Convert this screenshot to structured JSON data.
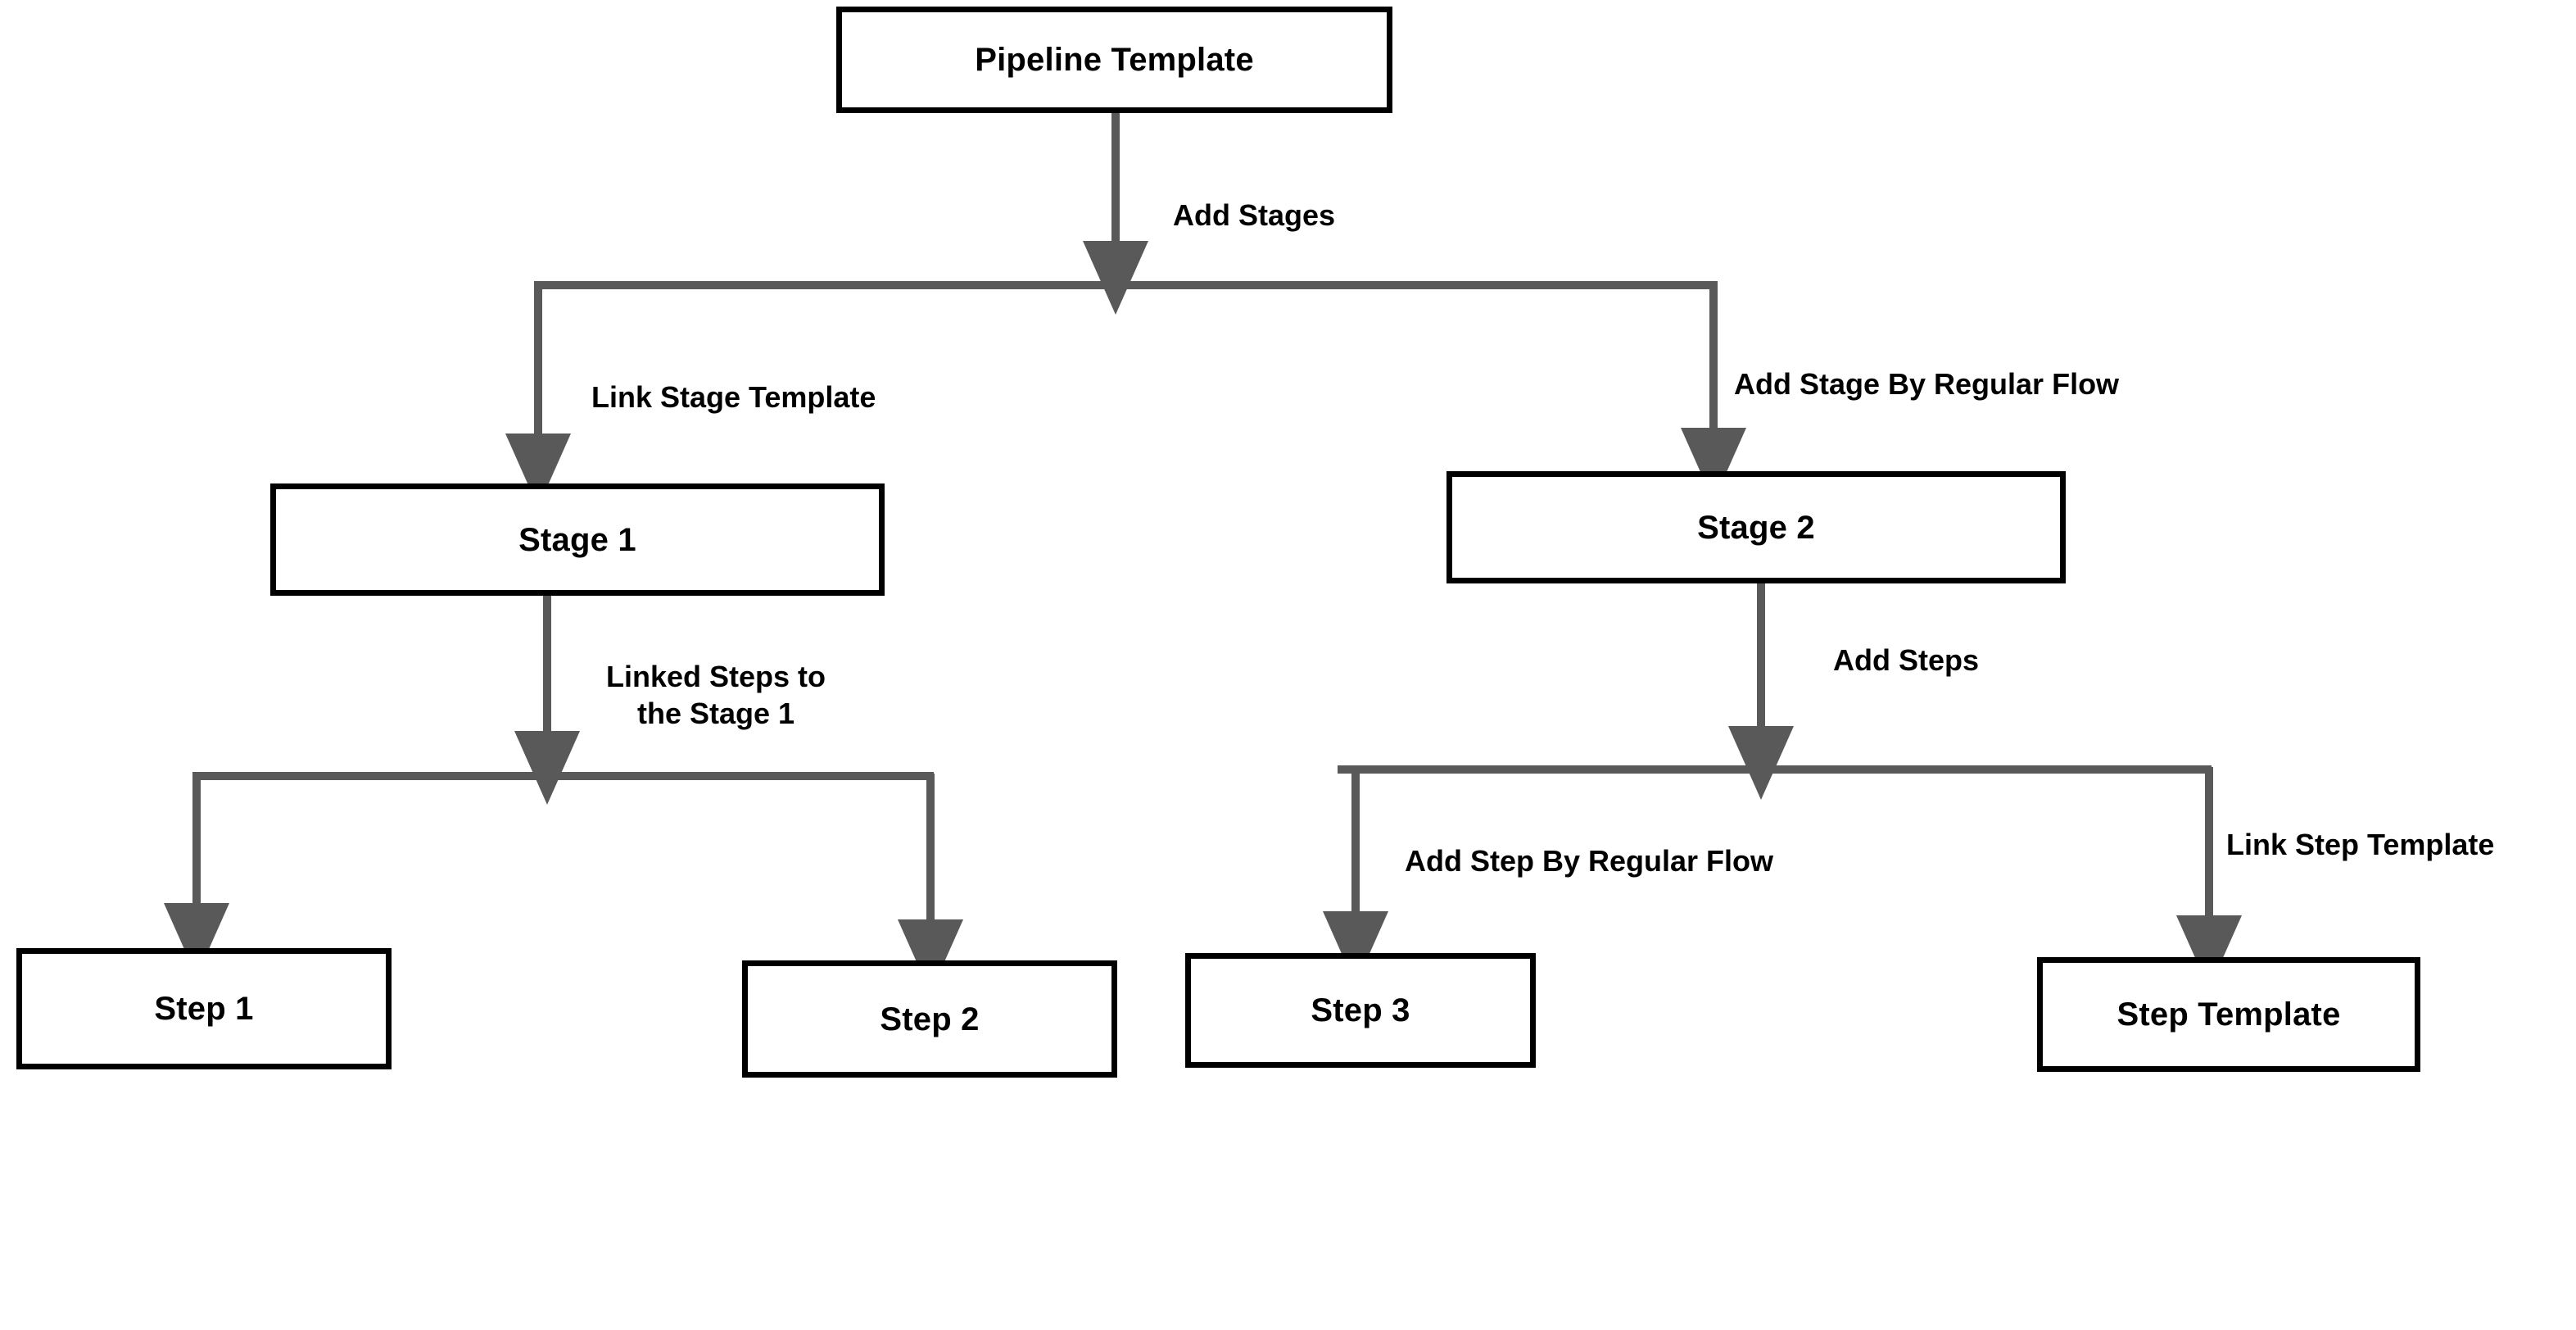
{
  "diagram": {
    "type": "flowchart",
    "title": "Pipeline Template composition flow",
    "colors": {
      "background": "#ffffff",
      "node_border": "#000000",
      "node_fill": "#ffffff",
      "node_text": "#000000",
      "edge_line": "#595959",
      "edge_label_text": "#000000"
    },
    "nodes": [
      {
        "id": "pipeline-template",
        "label": "Pipeline Template"
      },
      {
        "id": "stage-1",
        "label": "Stage 1"
      },
      {
        "id": "stage-2",
        "label": "Stage 2"
      },
      {
        "id": "step-1",
        "label": "Step 1"
      },
      {
        "id": "step-2",
        "label": "Step 2"
      },
      {
        "id": "step-3",
        "label": "Step 3"
      },
      {
        "id": "step-template",
        "label": "Step Template"
      }
    ],
    "edges": [
      {
        "id": "add-stages",
        "from": "pipeline-template",
        "to": "stages-split",
        "label": "Add Stages"
      },
      {
        "id": "link-stage-template",
        "from": "stages-split",
        "to": "stage-1",
        "label": "Link Stage Template"
      },
      {
        "id": "add-stage-by-regular-flow",
        "from": "stages-split",
        "to": "stage-2",
        "label": "Add Stage By Regular Flow"
      },
      {
        "id": "linked-steps-to-the-stage-1",
        "from": "stage-1",
        "to": "stage-1-steps-split",
        "label": "Linked Steps to\nthe Stage 1"
      },
      {
        "id": "add-steps",
        "from": "stage-2",
        "to": "stage-2-steps-split",
        "label": "Add Steps"
      },
      {
        "id": "stage-1-to-step-1",
        "from": "stage-1-steps-split",
        "to": "step-1",
        "label": ""
      },
      {
        "id": "stage-1-to-step-2",
        "from": "stage-1-steps-split",
        "to": "step-2",
        "label": ""
      },
      {
        "id": "add-step-by-regular-flow",
        "from": "stage-2-steps-split",
        "to": "step-3",
        "label": "Add Step By Regular Flow"
      },
      {
        "id": "link-step-template",
        "from": "stage-2-steps-split",
        "to": "step-template",
        "label": "Link Step Template"
      }
    ]
  }
}
